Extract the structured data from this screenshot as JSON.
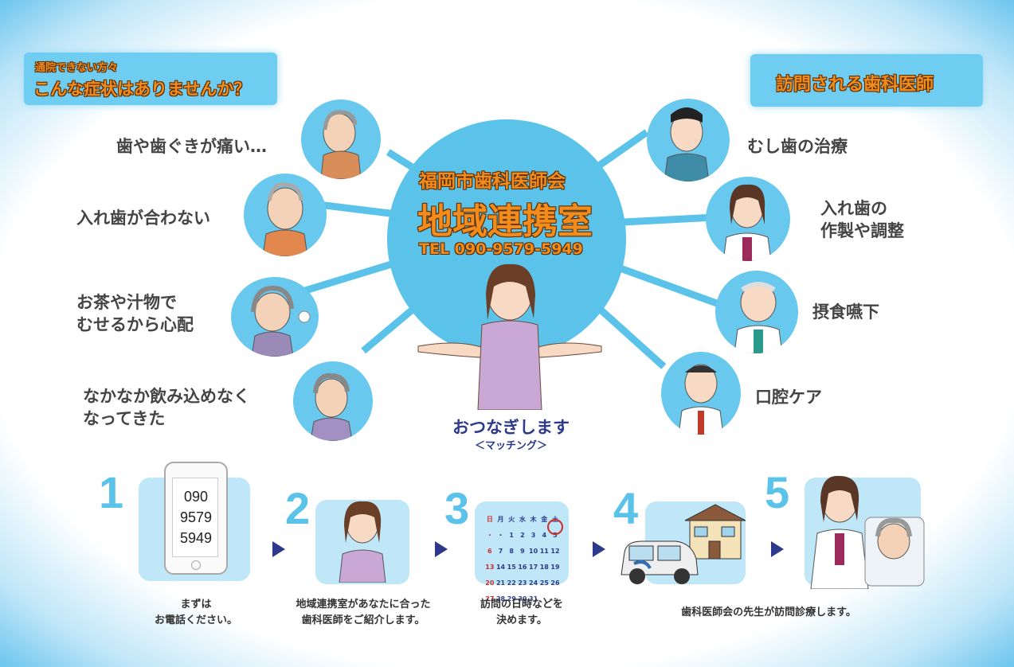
{
  "left_panel": {
    "subtitle": "通院できない方々",
    "title": "こんな症状はありませんか？"
  },
  "right_panel": {
    "title": "訪問される歯科医師"
  },
  "center": {
    "org": "福岡市歯科医師会",
    "name": "地域連携室",
    "tel": "TEL 090-9579-5949",
    "matching": "おつなぎします",
    "matching_sub": "＜マッチング＞"
  },
  "symptoms": [
    {
      "text": "歯や歯ぐきが痛い…"
    },
    {
      "text": "入れ歯が合わない"
    },
    {
      "line1": "お茶や汁物で",
      "line2": "むせるから心配"
    },
    {
      "line1": "なかなか飲み込めなく",
      "line2": "なってきた"
    }
  ],
  "services": [
    {
      "text": "むし歯の治療"
    },
    {
      "line1": "入れ歯の",
      "line2": "作製や調整"
    },
    {
      "text": "摂食嚥下"
    },
    {
      "text": "口腔ケア"
    }
  ],
  "steps": [
    {
      "num": "1",
      "phone": [
        "090",
        "9579",
        "5949"
      ],
      "line1": "まずは",
      "line2": "お電話ください。"
    },
    {
      "num": "2",
      "line1": "地域連携室があなたに合った",
      "line2": "歯科医師をご紹介します。"
    },
    {
      "num": "3",
      "line1": "訪問の日時などを",
      "line2": "決めます。",
      "calendar": {
        "header": [
          "日",
          "月",
          "火",
          "水",
          "木",
          "金",
          "土"
        ],
        "rows": [
          [
            "・",
            "・",
            "1",
            "2",
            "3",
            "4",
            "5"
          ],
          [
            "6",
            "7",
            "8",
            "9",
            "10",
            "11",
            "12"
          ],
          [
            "13",
            "14",
            "15",
            "16",
            "17",
            "18",
            "19"
          ],
          [
            "20",
            "21",
            "22",
            "23",
            "24",
            "25",
            "26"
          ],
          [
            "27",
            "28",
            "29",
            "30",
            "31",
            "・",
            "・"
          ]
        ]
      }
    },
    {
      "num": "4"
    },
    {
      "num": "5"
    }
  ],
  "steps_4_5_caption": "歯科医師会の先生が訪問診療します。",
  "colors": {
    "accent": "#5bc3ea",
    "title_orange": "#f28c1c",
    "arrow": "#2d3a8c"
  }
}
